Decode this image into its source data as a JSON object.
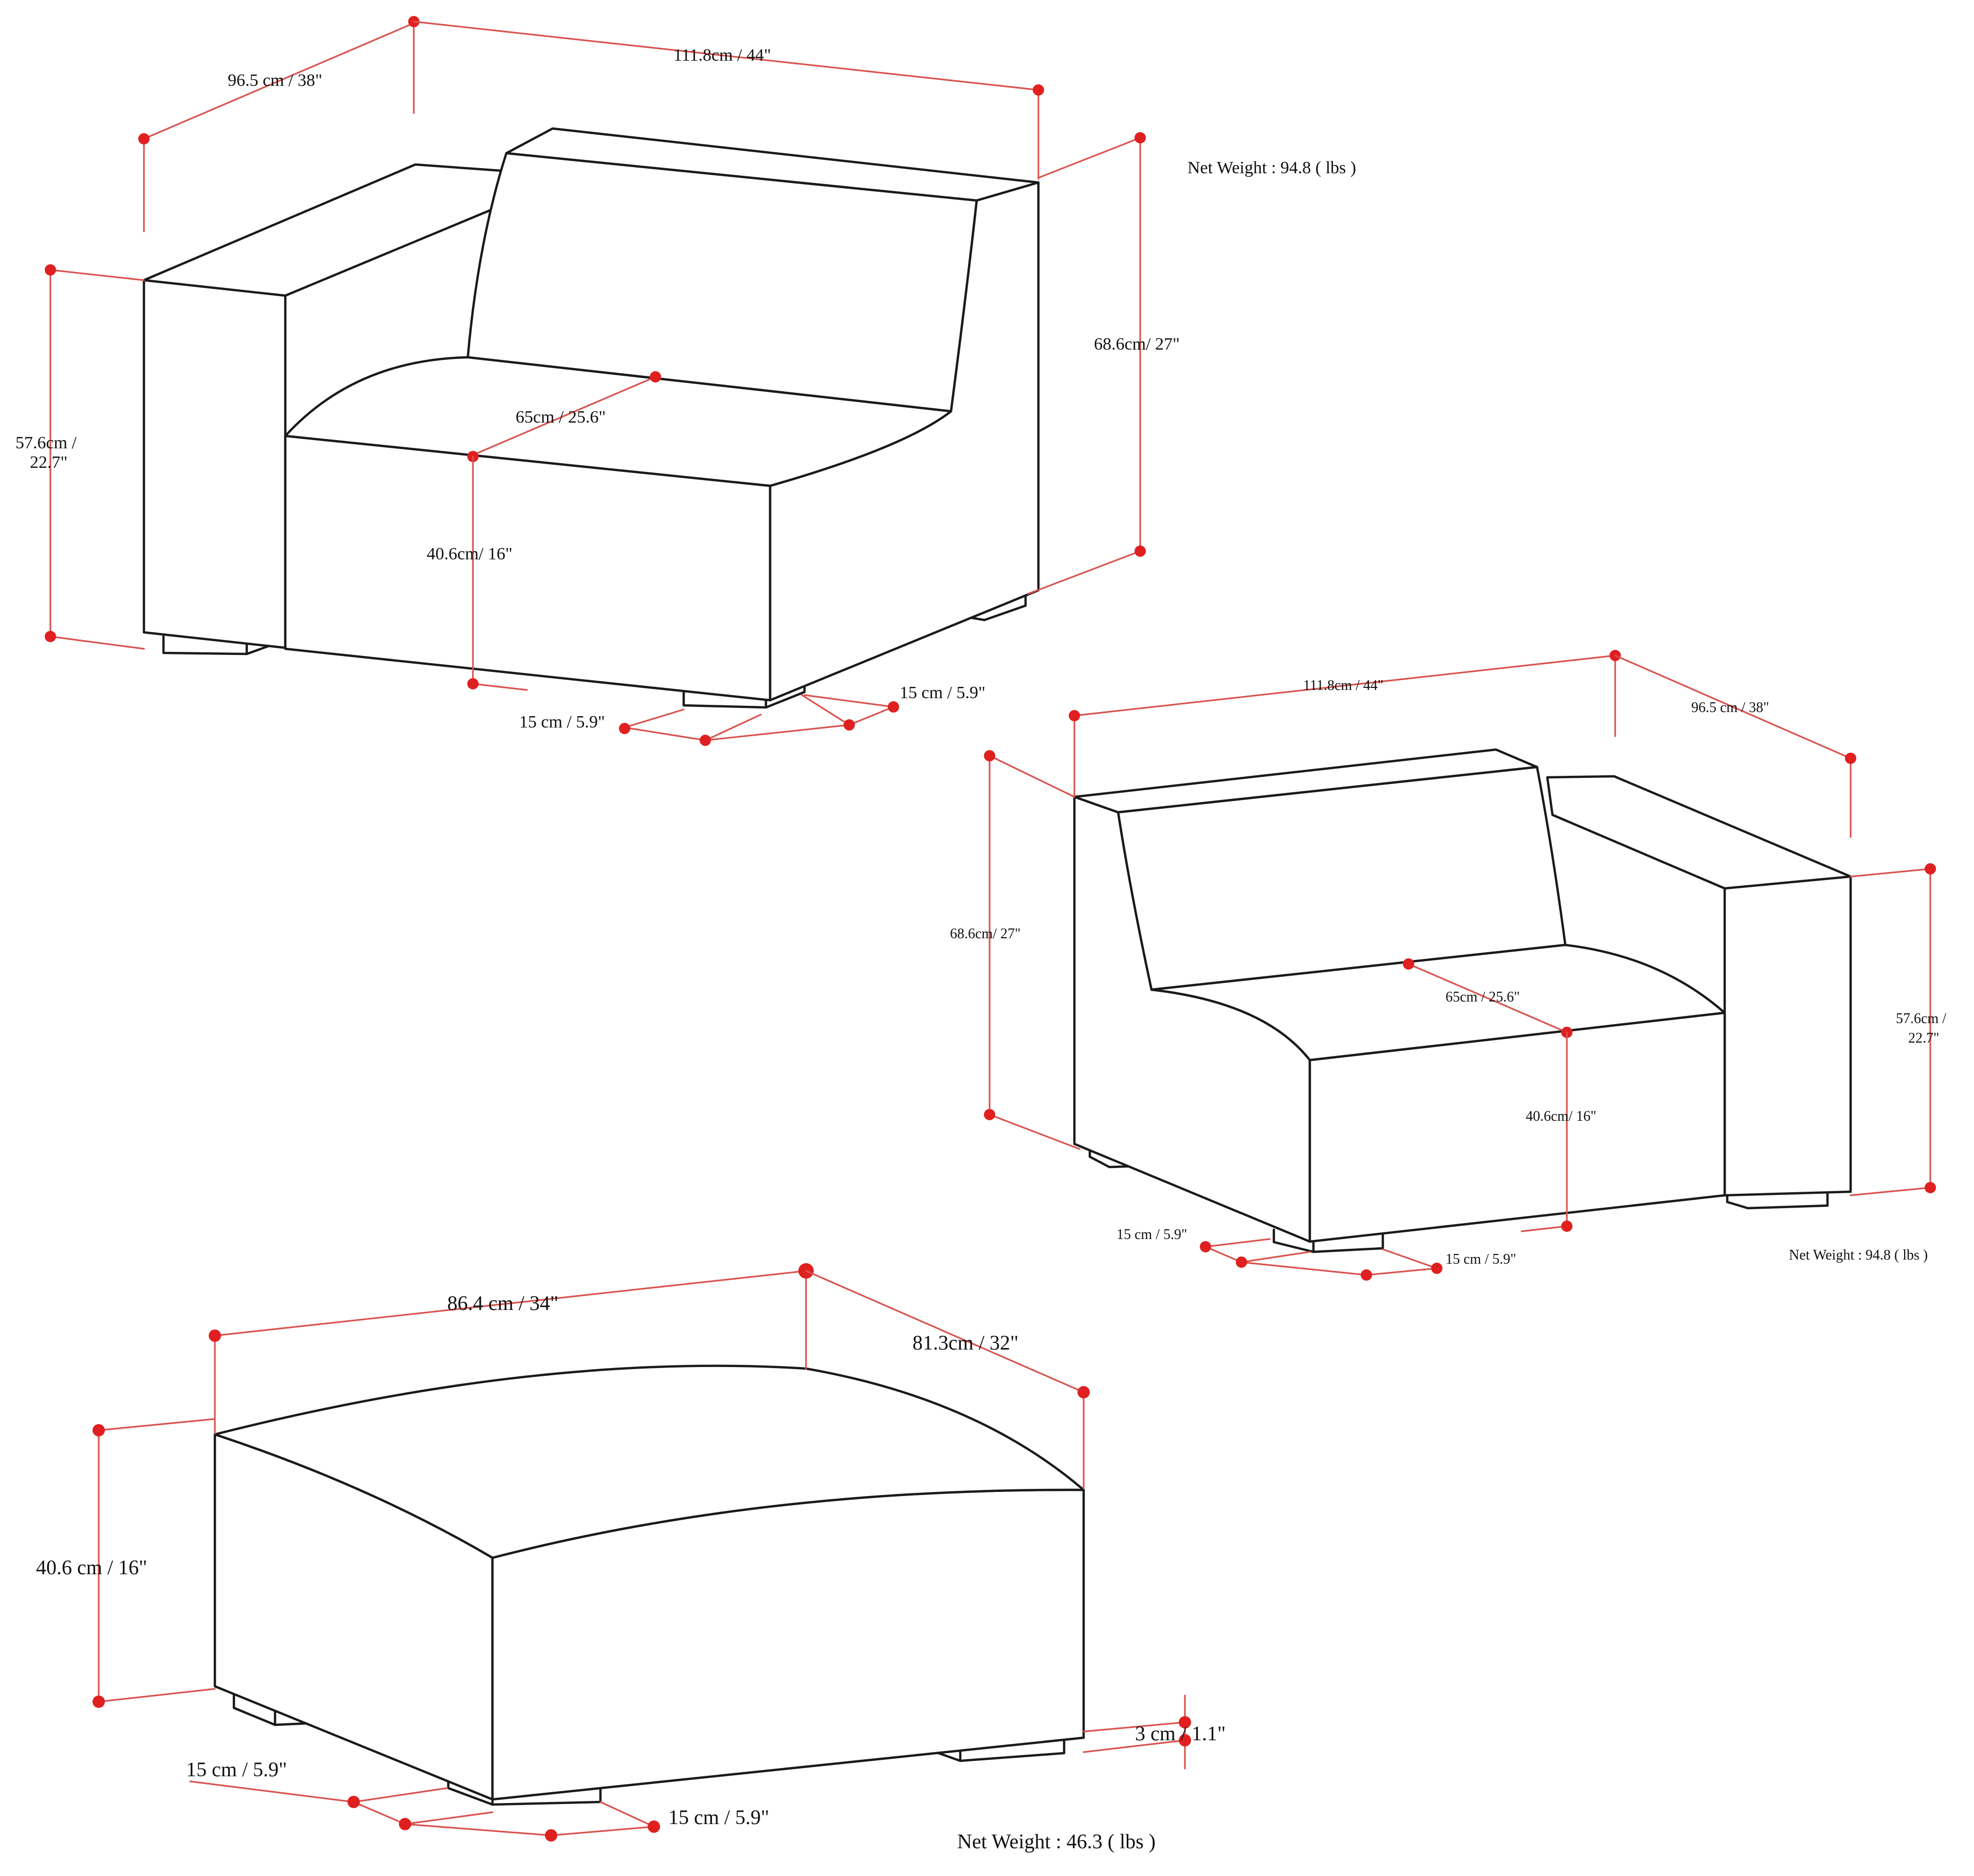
{
  "colors": {
    "outline": "#1a1a1a",
    "dimension": "#d9534f",
    "marker": "#e02020",
    "background": "#ffffff"
  },
  "chair_left": {
    "depth": "96.5 cm / 38\"",
    "width": "111.8cm / 44\"",
    "net_weight": "Net Weight : 94.8 ( lbs )",
    "total_height": "68.6cm/ 27\"",
    "arm_height_line1": "57.6cm /",
    "arm_height_line2": "22.7\"",
    "seat_depth": "65cm / 25.6\"",
    "seat_height": "40.6cm/ 16\"",
    "leg_front": "15 cm / 5.9\"",
    "leg_side": "15 cm / 5.9\""
  },
  "chair_right": {
    "width": "111.8cm / 44\"",
    "depth": "96.5 cm / 38\"",
    "total_height": "68.6cm/ 27\"",
    "arm_height_line1": "57.6cm /",
    "arm_height_line2": "22.7\"",
    "seat_depth": "65cm / 25.6\"",
    "seat_height": "40.6cm/ 16\"",
    "leg_front": "15 cm / 5.9\"",
    "leg_side": "15 cm / 5.9\"",
    "net_weight": "Net Weight : 94.8 ( lbs )"
  },
  "ottoman": {
    "width": "86.4 cm / 34\"",
    "depth": "81.3cm / 32\"",
    "height": "40.6 cm / 16\"",
    "leg_side": "15 cm / 5.9\"",
    "leg_front": "15 cm / 5.9\"",
    "leg_clearance": "3 cm / 1.1\"",
    "net_weight": "Net Weight : 46.3 ( lbs )"
  }
}
